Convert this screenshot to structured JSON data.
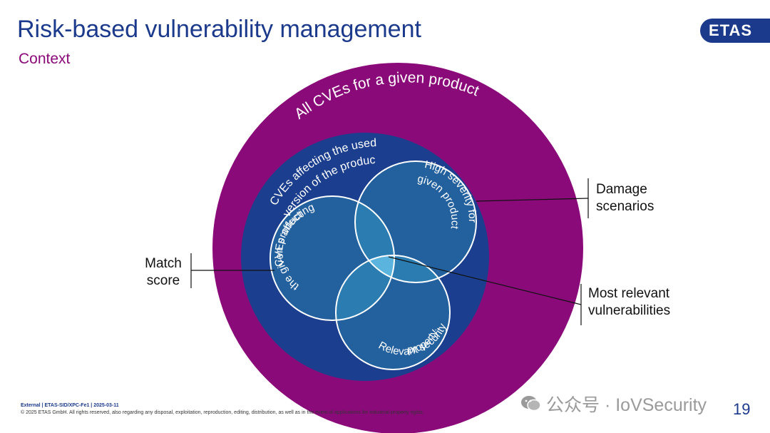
{
  "slide": {
    "title": "Risk-based vulnerability management",
    "subtitle": "Context",
    "logo_text": "ETAS",
    "page_number": "19"
  },
  "diagram": {
    "outer_circle_label": "All CVEs for a given product",
    "inner_circle_label_line1": "CVEs affecting the used",
    "inner_circle_label_line2": "version of the product",
    "left_circle_label_line1": "CVEs affecting",
    "left_circle_label_line2": "the given product",
    "right_circle_label_line1": "High severity for",
    "right_circle_label_line2": "given product",
    "bottom_circle_label_line1": "Relevant security",
    "bottom_circle_label_line2": "property",
    "callouts": {
      "match_score_line1": "Match",
      "match_score_line2": "score",
      "damage_line1": "Damage",
      "damage_line2": "scenarios",
      "most_relevant_line1": "Most relevant",
      "most_relevant_line2": "vulnerabilities"
    },
    "colors": {
      "outer": "#8b0a7a",
      "inner": "#1b3f8e",
      "venn": "#23609e",
      "overlap2": "#2b7cb0",
      "center": "#5ab4dd"
    }
  },
  "footer": {
    "classification": "External | ETAS-SID/XPC-Fe1 | 2025-03-11",
    "copyright": "© 2025 ETAS GmbH. All rights reserved, also regarding any disposal, exploitation, reproduction, editing, distribution, as well as in the event of applications for industrial property rights."
  },
  "watermark": {
    "text": "公众号 · IoVSecurity",
    "icon": "wechat-icon"
  }
}
